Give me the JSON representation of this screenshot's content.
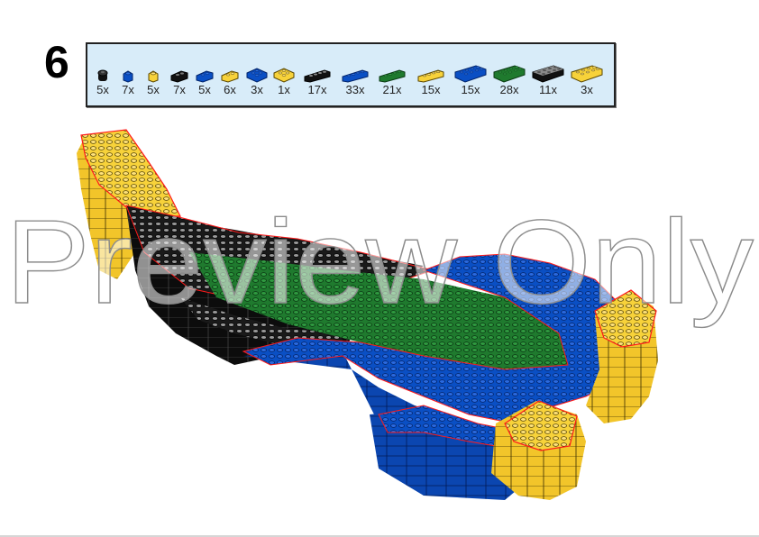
{
  "step": {
    "number": "6"
  },
  "parts": [
    {
      "qty": "5x",
      "color": "black",
      "shape": "1x1 round",
      "hex": "#111111"
    },
    {
      "qty": "7x",
      "color": "blue",
      "shape": "1x1",
      "hex": "#0a4fc4"
    },
    {
      "qty": "5x",
      "color": "yellow",
      "shape": "1x1",
      "hex": "#f7d23a"
    },
    {
      "qty": "7x",
      "color": "black",
      "shape": "1x2",
      "hex": "#111111"
    },
    {
      "qty": "5x",
      "color": "blue",
      "shape": "1x2",
      "hex": "#0a4fc4"
    },
    {
      "qty": "6x",
      "color": "yellow",
      "shape": "1x2",
      "hex": "#f7d23a"
    },
    {
      "qty": "3x",
      "color": "blue",
      "shape": "2x2",
      "hex": "#0a4fc4"
    },
    {
      "qty": "1x",
      "color": "yellow",
      "shape": "2x2",
      "hex": "#f7d23a"
    },
    {
      "qty": "17x",
      "color": "black",
      "shape": "1x4",
      "hex": "#111111"
    },
    {
      "qty": "33x",
      "color": "blue",
      "shape": "1x4",
      "hex": "#0a4fc4"
    },
    {
      "qty": "21x",
      "color": "green",
      "shape": "1x4",
      "hex": "#1f7a2e"
    },
    {
      "qty": "15x",
      "color": "yellow",
      "shape": "1x4",
      "hex": "#f7d23a"
    },
    {
      "qty": "15x",
      "color": "blue",
      "shape": "2x4",
      "hex": "#0a4fc4"
    },
    {
      "qty": "28x",
      "color": "green",
      "shape": "2x4",
      "hex": "#1f7a2e"
    },
    {
      "qty": "11x",
      "color": "black",
      "shape": "2x4",
      "hex": "#111111"
    },
    {
      "qty": "3x",
      "color": "yellow",
      "shape": "2x4",
      "hex": "#f7d23a"
    }
  ],
  "watermark": {
    "text": "Preview Only"
  },
  "model": {
    "description": "LEGO brick-built whale/creature model, step 6 assembly",
    "colors": {
      "yellow": "#f7d23a",
      "black": "#151515",
      "grey_studs": "#8a8a8a",
      "green": "#1f7a2e",
      "blue": "#0a4fc4",
      "highlight_outline": "#ff1a1a"
    }
  }
}
